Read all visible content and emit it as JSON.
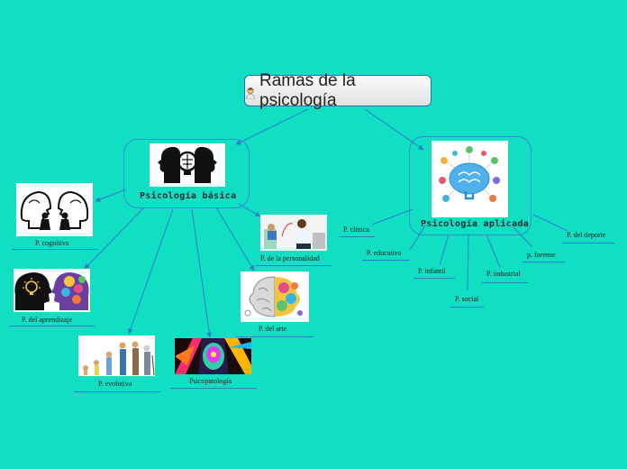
{
  "root": {
    "title": "Ramas de la psicología",
    "icon": "person-icon"
  },
  "basic": {
    "title": "Psicología básica",
    "icon": "head-profiles-brain-icon",
    "branches": [
      {
        "id": "cognitiva",
        "label": "P. cognitiva",
        "image": "two-people-talking-icon"
      },
      {
        "id": "aprendizaje",
        "label": "P. del aprendizaje",
        "image": "heads-lightbulb-icon"
      },
      {
        "id": "evolutiva",
        "label": "P. evolutiva",
        "image": "human-evolution-icon"
      },
      {
        "id": "psicopatologia",
        "label": "Psicopatología",
        "image": "colorful-face-icon"
      },
      {
        "id": "arte",
        "label": "P. del arte",
        "image": "colorful-brain-icon"
      },
      {
        "id": "personalidad",
        "label": "P. de la personalidad",
        "image": "therapy-session-icon"
      }
    ]
  },
  "applied": {
    "title": "Psicología aplicada",
    "icon": "digital-brain-icon",
    "branches": [
      {
        "id": "clinica",
        "label": "P. clínica"
      },
      {
        "id": "educativa",
        "label": "P. educativa"
      },
      {
        "id": "infantil",
        "label": "P. infantil"
      },
      {
        "id": "social",
        "label": "P. social"
      },
      {
        "id": "industrial",
        "label": "P. industrial"
      },
      {
        "id": "forense",
        "label": "p. forense"
      },
      {
        "id": "deporte",
        "label": "P. del deporte"
      }
    ]
  },
  "colors": {
    "background": "#10dfc4",
    "line": "#2e7dc8",
    "border": "#2f8fcf"
  }
}
